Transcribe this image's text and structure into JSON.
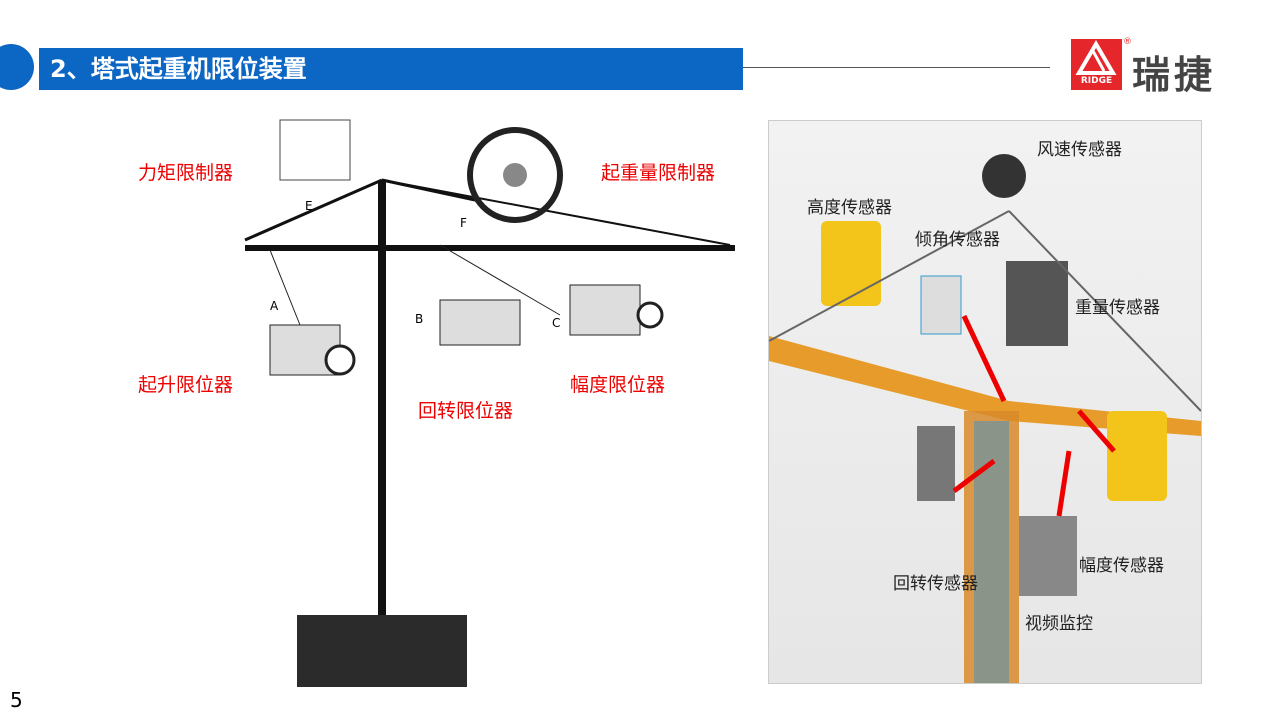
{
  "header": {
    "title": "2、塔式起重机限位装置",
    "logo_mark": "RIDGE",
    "logo_text": "瑞捷",
    "logo_reg": "®"
  },
  "diagram": {
    "labels": [
      "力矩限制器",
      "起重量限制器",
      "起升限位器",
      "回转限位器",
      "幅度限位器"
    ],
    "letters": [
      "A",
      "B",
      "C",
      "E",
      "F"
    ]
  },
  "photo": {
    "labels": [
      "风速传感器",
      "高度传感器",
      "倾角传感器",
      "重量传感器",
      "回转传感器",
      "幅度传感器",
      "视频监控"
    ]
  },
  "page_number": "5",
  "colors": {
    "accent": "#0b66c4",
    "brand": "#e5262b",
    "label": "#ee0000"
  }
}
